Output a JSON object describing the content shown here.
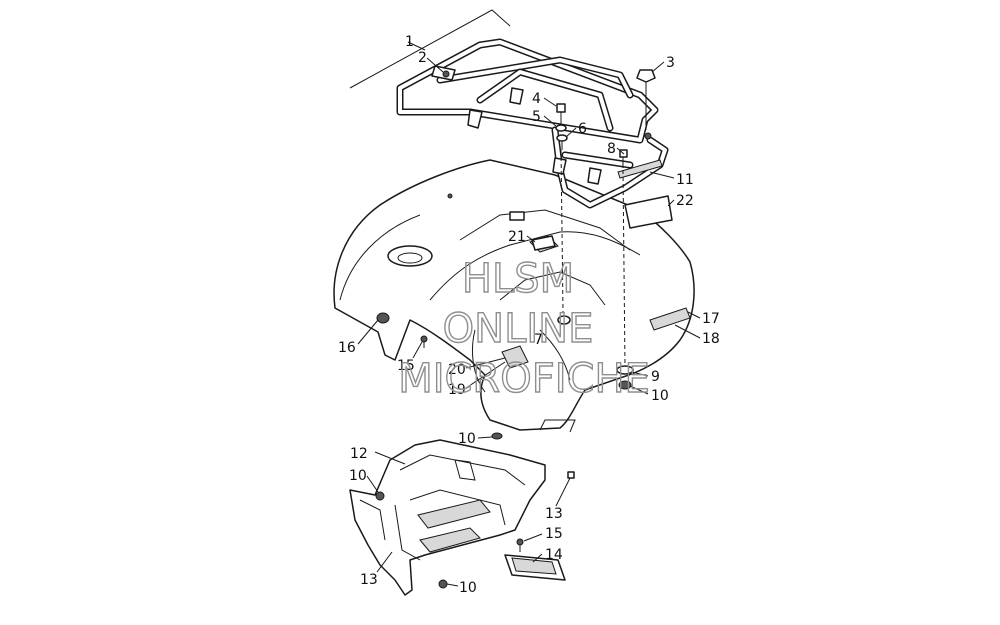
{
  "watermark": {
    "line1": "HLSM",
    "line2": "ONLINE",
    "line3": "MICROFICHE",
    "color": "#8f8f8f"
  },
  "callouts": {
    "c1": "1",
    "c2": "2",
    "c3": "3",
    "c4": "4",
    "c5": "5",
    "c6": "6",
    "c7": "7",
    "c8": "8",
    "c9": "9",
    "c10a": "10",
    "c10b": "10",
    "c10c": "10",
    "c10d": "10",
    "c11": "11",
    "c12": "12",
    "c13a": "13",
    "c13b": "13",
    "c14": "14",
    "c15a": "15",
    "c15b": "15",
    "c16": "16",
    "c17": "17",
    "c18": "18",
    "c19": "19",
    "c20": "20",
    "c21": "21",
    "c22": "22"
  },
  "icons": {
    "rack": "rear-rack-drawing",
    "fender": "rear-fender-drawing",
    "footwell": "footwell-drawing",
    "footrest": "footrest-drawing"
  }
}
